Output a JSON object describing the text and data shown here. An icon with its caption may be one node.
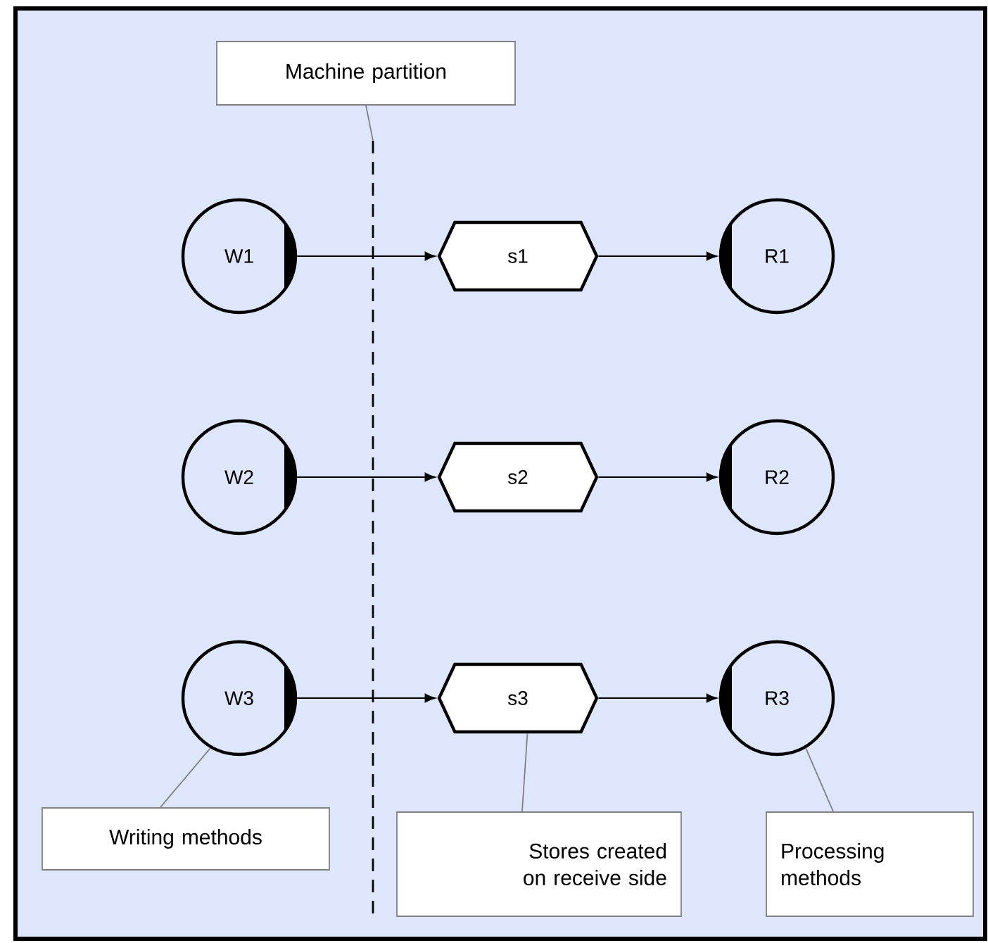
{
  "diagram": {
    "nodes": [
      {
        "text": [
          "Machine partition"
        ]
      },
      {
        "text": [],
        "shape": "line"
      },
      {
        "text": [
          "W1"
        ]
      },
      {
        "text": [
          "s1"
        ]
      },
      {
        "text": [
          "R1"
        ]
      },
      {
        "text": [
          "W2"
        ]
      },
      {
        "text": [
          "s2"
        ]
      },
      {
        "text": [
          "R2"
        ]
      },
      {
        "text": [
          "W3"
        ]
      },
      {
        "text": [
          "s3"
        ]
      },
      {
        "text": [
          "R3"
        ]
      },
      {
        "text": [
          "Writing methods"
        ]
      },
      {
        "text": [
          "Stores created on receive side"
        ]
      },
      {
        "text": [
          "Processing methods"
        ]
      }
    ],
    "edges": [
      {
        "from": 2,
        "to": 3,
        "arrow": "to"
      },
      {
        "from": 3,
        "to": 4,
        "arrow": "to"
      },
      {
        "from": 5,
        "to": 6,
        "arrow": "to"
      },
      {
        "from": 6,
        "to": 7,
        "arrow": "to"
      },
      {
        "from": 8,
        "to": 9,
        "arrow": "to"
      },
      {
        "from": 9,
        "to": 10,
        "arrow": "to"
      },
      {
        "from": 0,
        "to": 1,
        "arrow": "none",
        "color": "#808080"
      },
      {
        "from": 11,
        "to": 8,
        "arrow": "none",
        "color": "#808080"
      },
      {
        "from": 12,
        "to": 9,
        "arrow": "none",
        "color": "#808080"
      },
      {
        "from": 13,
        "to": 10,
        "arrow": "none",
        "color": "#808080"
      }
    ]
  }
}
